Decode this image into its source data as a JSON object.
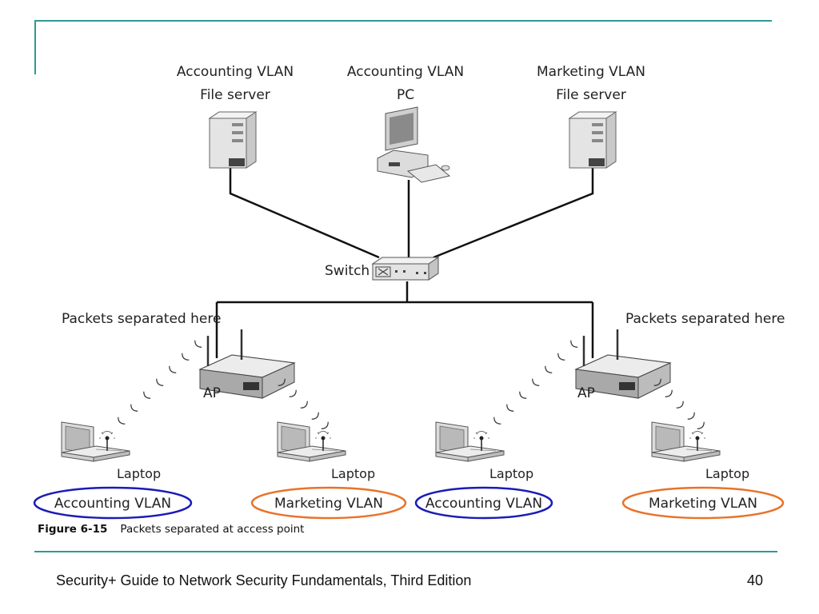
{
  "top_devices": [
    {
      "line1": "Accounting VLAN",
      "line2": "File server",
      "icon": "server-icon"
    },
    {
      "line1": "Accounting VLAN",
      "line2": "PC",
      "icon": "desktop-pc-icon"
    },
    {
      "line1": "Marketing VLAN",
      "line2": "File server",
      "icon": "server-icon"
    }
  ],
  "switch_label": "Switch",
  "ap_left": {
    "label": "AP",
    "note": "Packets separated here"
  },
  "ap_right": {
    "label": "AP",
    "note": "Packets separated here"
  },
  "laptops": [
    {
      "label": "Laptop",
      "vlan": "Accounting VLAN",
      "ellipse_color": "#1b1bb8"
    },
    {
      "label": "Laptop",
      "vlan": "Marketing VLAN",
      "ellipse_color": "#e8732a"
    },
    {
      "label": "Laptop",
      "vlan": "Accounting VLAN",
      "ellipse_color": "#1b1bb8"
    },
    {
      "label": "Laptop",
      "vlan": "Marketing VLAN",
      "ellipse_color": "#e8732a"
    }
  ],
  "caption": {
    "figure_number": "Figure 6-15",
    "text": "Packets separated at access point"
  },
  "footer": {
    "title": "Security+ Guide to Network Security Fundamentals, Third Edition",
    "page": "40"
  },
  "colors": {
    "accent": "#2e9a96",
    "accounting": "#1b1bb8",
    "marketing": "#e8732a"
  }
}
